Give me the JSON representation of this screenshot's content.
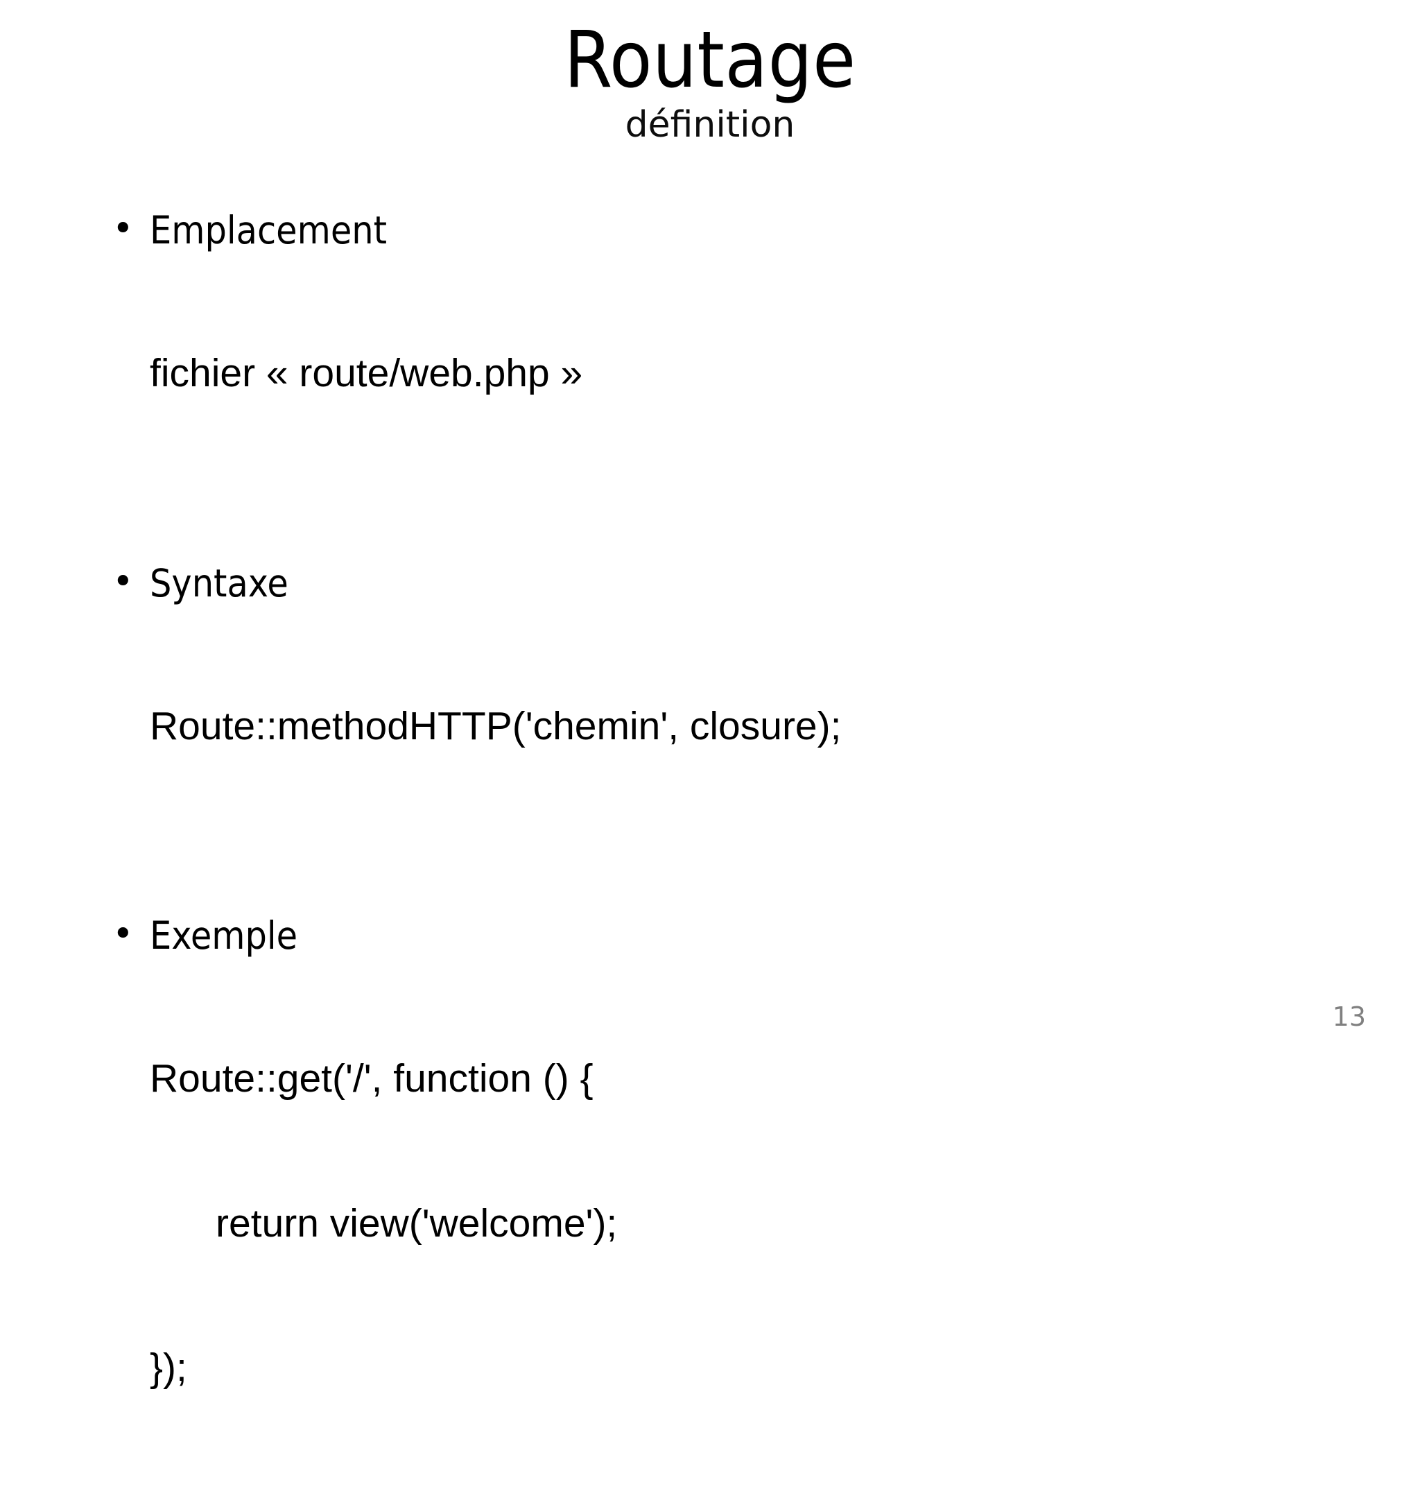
{
  "slide": {
    "title": "Routage",
    "subtitle": "définition",
    "page_number": "13",
    "background_color": "#FFFFFF",
    "text_color": "#000000",
    "page_number_color": "#808080"
  },
  "bullet_marker": "•",
  "bullets": [
    {
      "label": "Emplacement",
      "lines": [
        "fichier « route/web.php »"
      ]
    },
    {
      "label": "Syntaxe",
      "lines": [
        "Route::methodHTTP('chemin', closure);"
      ]
    },
    {
      "label": "Exemple",
      "lines": [
        "Route::get('/', function () {",
        "      return view('welcome');",
        "});"
      ]
    }
  ]
}
